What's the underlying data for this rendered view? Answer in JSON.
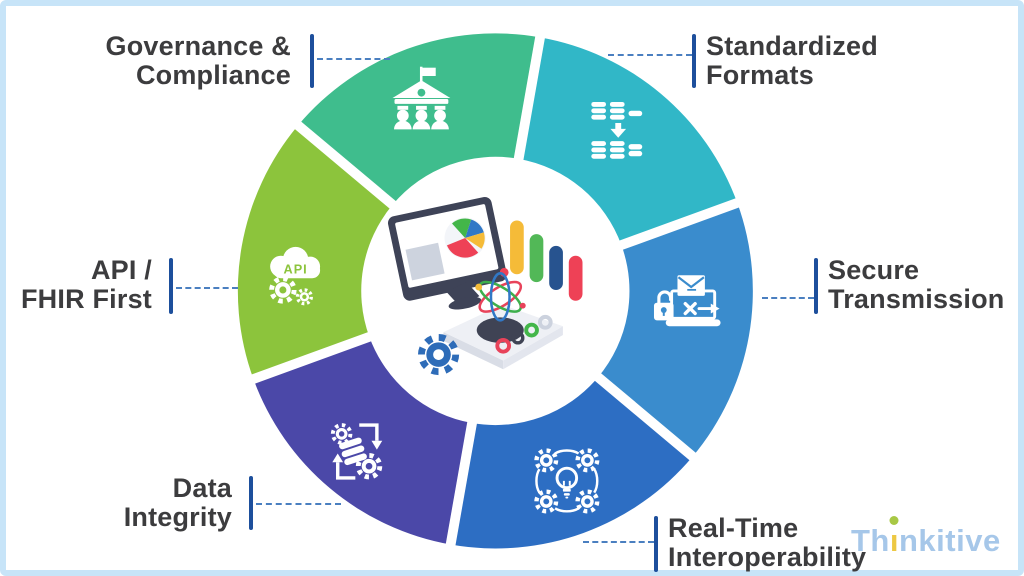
{
  "canvas": {
    "background_color": "#ffffff",
    "border_color": "#c7e4f8"
  },
  "diagram": {
    "title": "FHIR interoperability principles wheel",
    "label_color": "#3c3c3e",
    "connector": {
      "bar_color": "#1d4f9c",
      "dash_color": "#4a7fc0"
    },
    "segments": [
      {
        "id": "governance-compliance",
        "label_line1": "Governance &",
        "label_line2": "Compliance",
        "color": "#3fbd8d",
        "icon": "government-building-people-icon"
      },
      {
        "id": "standardized-formats",
        "label_line1": "Standardized",
        "label_line2": "Formats",
        "color": "#31b7c7",
        "icon": "database-transfer-icon"
      },
      {
        "id": "secure-transmission",
        "label_line1": "Secure",
        "label_line2": "Transmission",
        "color": "#3a8ccd",
        "icon": "secure-email-laptop-icon"
      },
      {
        "id": "realtime-interoperability",
        "label_line1": "Real-Time",
        "label_line2": "Interoperability",
        "color": "#2d6ec3",
        "icon": "connected-gears-lightbulb-icon"
      },
      {
        "id": "data-integrity",
        "label_line1": "Data",
        "label_line2": "Integrity",
        "color": "#4b48a8",
        "icon": "database-sync-gears-icon"
      },
      {
        "id": "api-fhir-first",
        "label_line1": "API /",
        "label_line2": "FHIR First",
        "color": "#8cc43c",
        "icon": "api-cloud-gears-icon",
        "icon_text": "API"
      }
    ],
    "illustration": {
      "name": "analytics-workstation-illustration",
      "monitor_color": "#3e4357",
      "screen_color": "#ffffff",
      "screen_block_color": "#cdd3de",
      "pie_green": "#43b649",
      "pie_blue": "#3178c6",
      "pie_yellow": "#f5bb38",
      "pie_red": "#ee4156",
      "bar_yellow": "#f5bb38",
      "bar_green": "#52b857",
      "bar_navy": "#27538f",
      "bar_red": "#ee4156",
      "atom_red": "#e8435a",
      "atom_green": "#3daf4c",
      "atom_blue": "#3178c6",
      "platform_color": "#eef0f5",
      "platform_dark_color": "#3f4354",
      "gear_color": "#2e6cb8"
    }
  },
  "brand": {
    "name": "Thinkitive",
    "part_prefix": "Th",
    "part_i": "ı",
    "part_suffix": "nkitive",
    "text_color": "#a6c7e9",
    "i_stem_color": "#edc843",
    "i_dot_color": "#a8c845"
  }
}
